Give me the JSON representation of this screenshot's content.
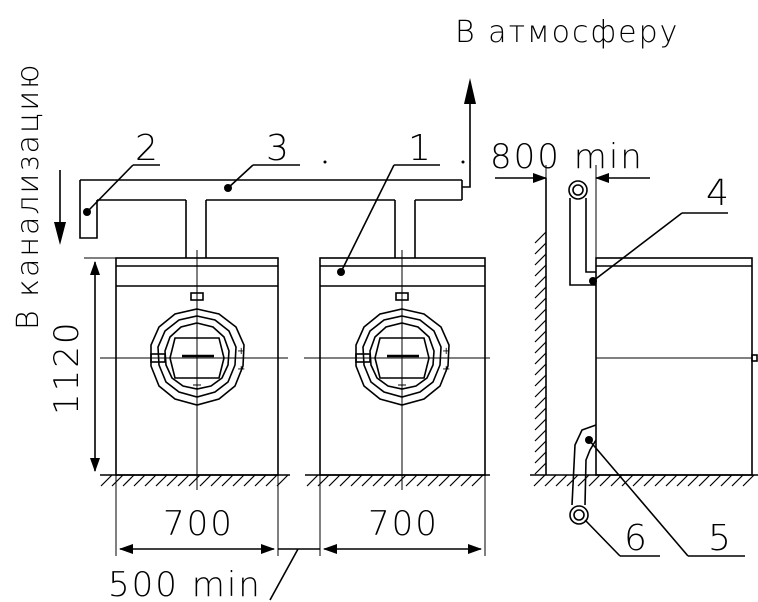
{
  "labels": {
    "to_atmosphere": "В атмосферу",
    "to_sewer": "В канализацию",
    "height_dim": "1120",
    "depth_dim": "800 min",
    "width_left": "700",
    "width_right": "700",
    "gap_dim": "500 min"
  },
  "callouts": {
    "c1": "1",
    "c2": "2",
    "c3": "3",
    "c4": "4",
    "c5": "5",
    "c6": "6"
  }
}
